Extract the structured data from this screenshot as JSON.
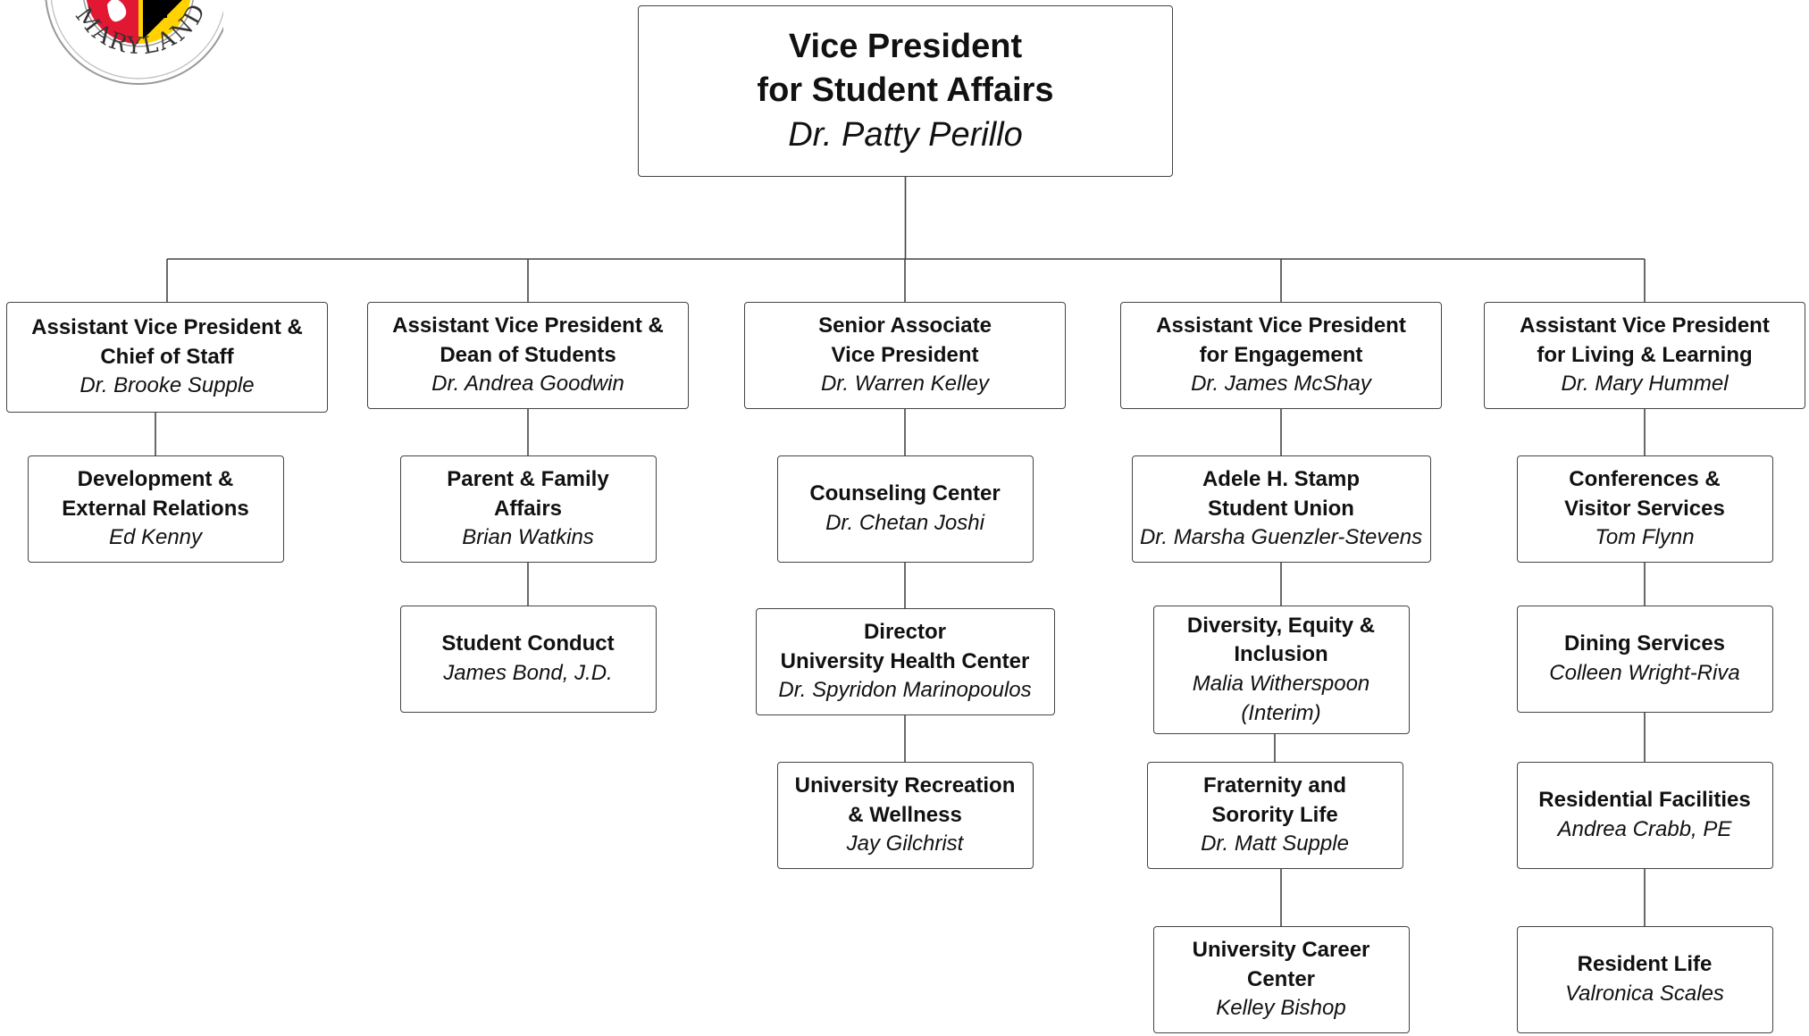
{
  "logo": {
    "text": "MARYLAND",
    "colors": [
      "#e21833",
      "#ffd200",
      "#000000",
      "#ffffff"
    ]
  },
  "org": {
    "root": {
      "title": "Vice President\nfor Student Affairs",
      "name": "Dr. Patty Perillo"
    },
    "branches": [
      {
        "head": {
          "title": "Assistant Vice President &\nChief of Staff",
          "name": "Dr. Brooke Supple"
        },
        "units": [
          {
            "title": "Development &\nExternal Relations",
            "name": "Ed Kenny"
          }
        ]
      },
      {
        "head": {
          "title": "Assistant Vice President &\nDean of Students",
          "name": "Dr. Andrea Goodwin"
        },
        "units": [
          {
            "title": "Parent & Family\nAffairs",
            "name": "Brian Watkins"
          },
          {
            "title": "Student Conduct",
            "name": "James Bond, J.D."
          }
        ]
      },
      {
        "head": {
          "title": "Senior Associate\nVice President",
          "name": "Dr. Warren Kelley"
        },
        "units": [
          {
            "title": "Counseling Center",
            "name": "Dr. Chetan Joshi"
          },
          {
            "title": "Director\nUniversity Health Center",
            "name": "Dr. Spyridon Marinopoulos"
          },
          {
            "title": "University Recreation\n& Wellness",
            "name": "Jay Gilchrist"
          }
        ]
      },
      {
        "head": {
          "title": "Assistant Vice President\nfor Engagement",
          "name": "Dr. James McShay"
        },
        "units": [
          {
            "title": "Adele H. Stamp\nStudent Union",
            "name": "Dr. Marsha Guenzler-Stevens"
          },
          {
            "title": "Diversity, Equity &\nInclusion",
            "name": "Malia Witherspoon\n(Interim)"
          },
          {
            "title": "Fraternity and\nSorority Life",
            "name": "Dr. Matt Supple"
          },
          {
            "title": "University Career\nCenter",
            "name": "Kelley Bishop"
          }
        ]
      },
      {
        "head": {
          "title": "Assistant Vice President\nfor Living & Learning",
          "name": "Dr. Mary Hummel"
        },
        "units": [
          {
            "title": "Conferences &\nVisitor Services",
            "name": "Tom Flynn"
          },
          {
            "title": "Dining Services",
            "name": "Colleen Wright-Riva"
          },
          {
            "title": "Residential Facilities",
            "name": "Andrea Crabb, PE"
          },
          {
            "title": "Resident Life",
            "name": "Valronica Scales"
          }
        ]
      }
    ]
  }
}
